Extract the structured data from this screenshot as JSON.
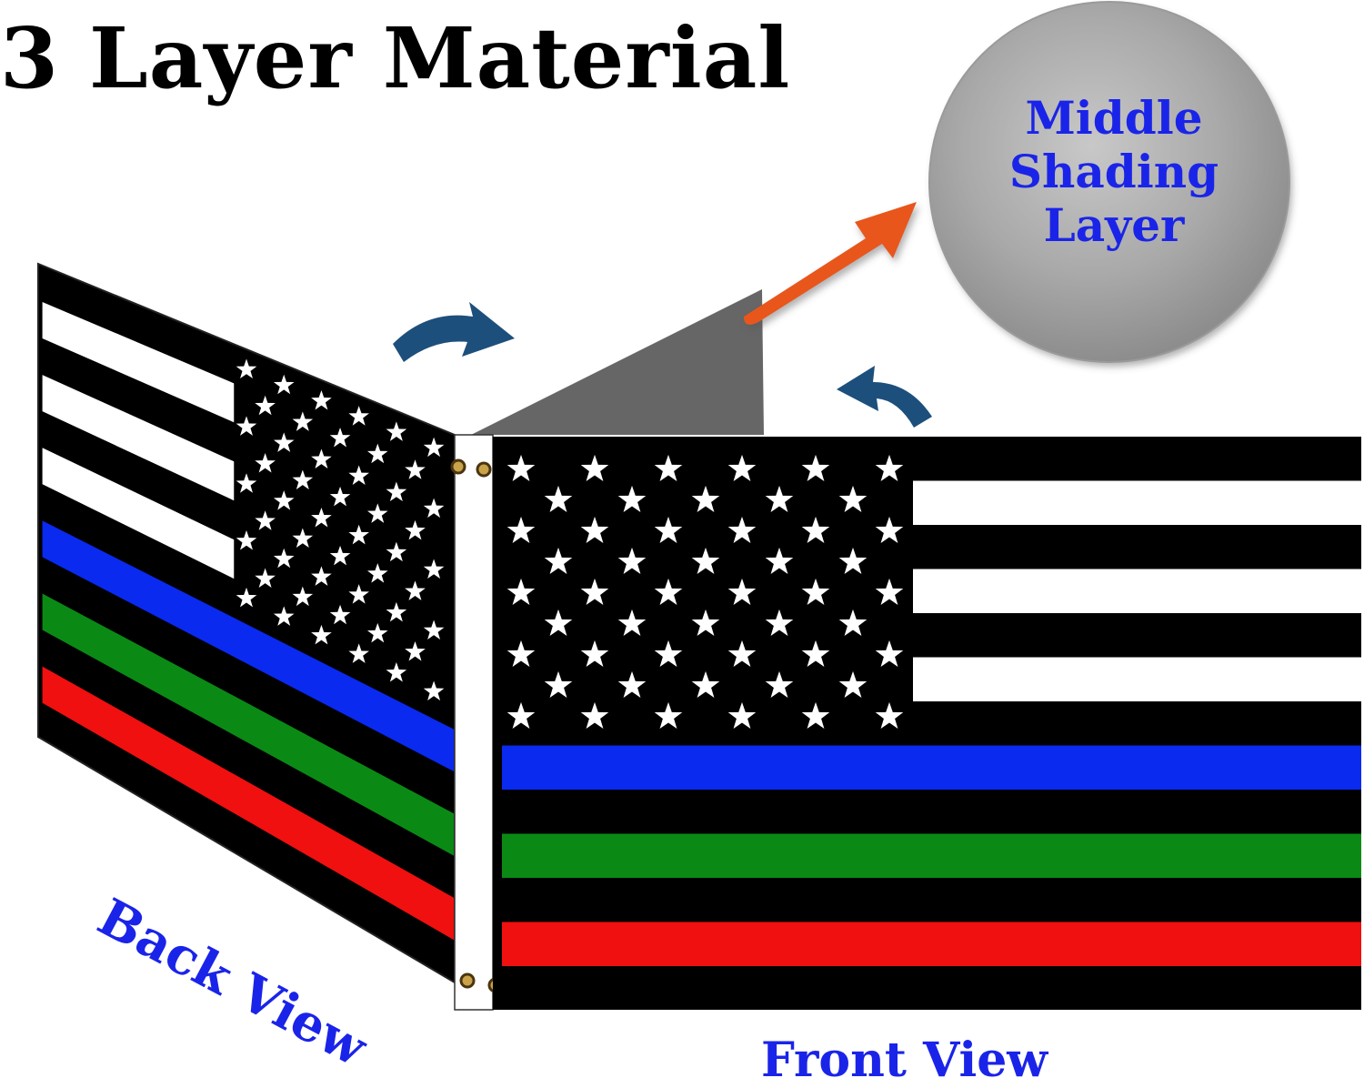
{
  "headline": "3 Layer Material",
  "swatch": {
    "lines": [
      "Middle",
      "Shading",
      "Layer"
    ]
  },
  "labels": {
    "back_view": "Back View",
    "front_view": "Front View"
  },
  "colors": {
    "label_blue": "#1a24e8",
    "stripe_blue": "#0a2af0",
    "stripe_green": "#0a8a14",
    "stripe_red": "#f01010",
    "curved_arrow": "#1d4f7c",
    "pointer_arrow": "#e8561e",
    "shading_panel": "#666666"
  },
  "icons": [
    "curved-arrow-icon",
    "pointer-arrow-icon",
    "star-icon",
    "grommet-icon"
  ]
}
